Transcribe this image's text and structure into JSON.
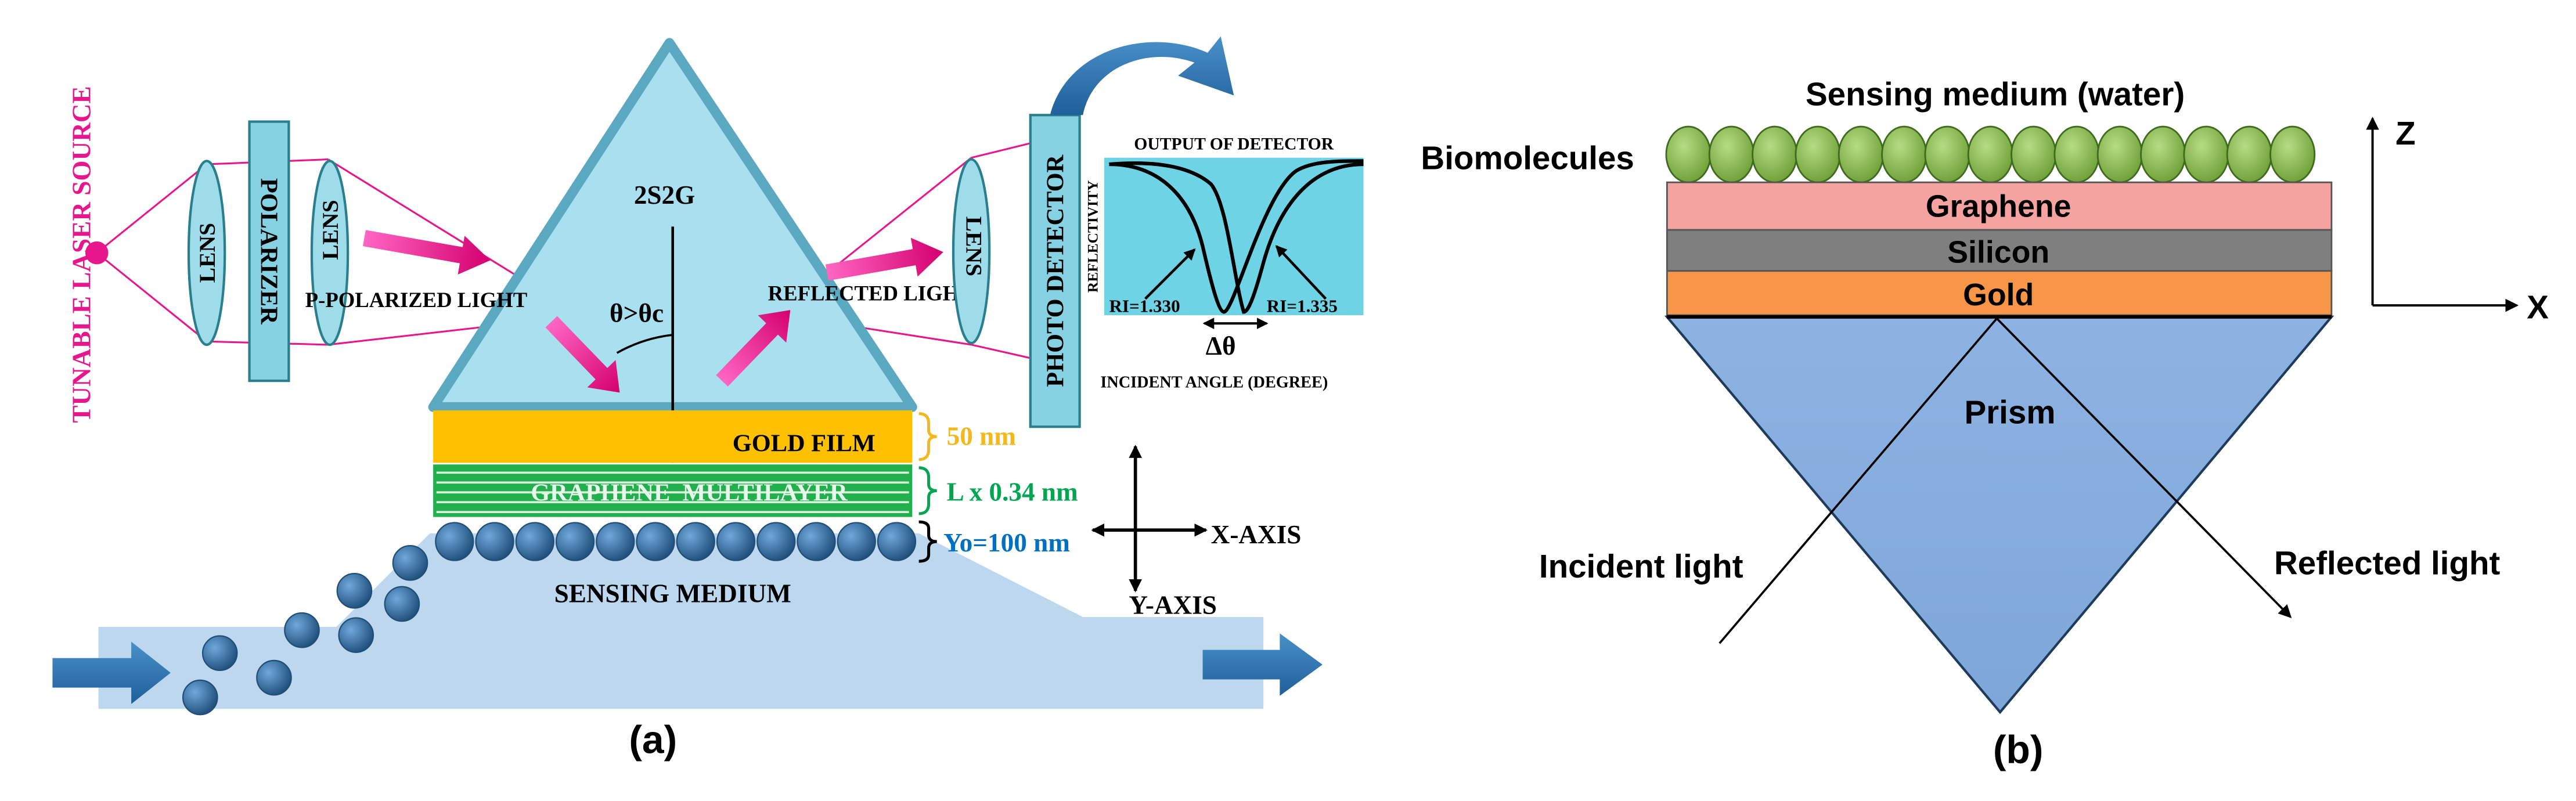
{
  "panel_a": {
    "source_label": "TUNABLE LASER SOURCE",
    "lens_left": "LENS",
    "polarizer": "POLARIZER",
    "lens_mid": "LENS",
    "p_polarized": "P-POLARIZED LIGHT",
    "prism_label": "2S2G",
    "angle_condition": "θ>θc",
    "reflected_light": "REFLECTED LIGHT",
    "lens_right": "LENS",
    "photo_detector": "PHOTO DETECTOR",
    "gold_film": "GOLD FILM",
    "graphene_multilayer": "GRAPHENE  MULTILAYER",
    "gold_thickness": "50 nm",
    "graphene_thickness": "L x 0.34 nm",
    "yo_thickness": "Yo=100 nm",
    "x_axis": "X-AXIS",
    "y_axis": "Y-AXIS",
    "sensing_medium": "SENSING MEDIUM",
    "detector_plot": {
      "title": "OUTPUT OF DETECTOR",
      "ylabel": "REFLECTIVITY",
      "xlabel": "INCIDENT ANGLE (DEGREE)",
      "ri_left": "RI=1.330",
      "ri_right": "RI=1.335",
      "delta": "Δθ"
    },
    "caption": "(a)",
    "colors": {
      "pink": "#e8168c",
      "prism": "#a9e0ef",
      "gold": "#ffc000",
      "graphene": "#22b04f",
      "bead": "#2e75b6",
      "channel": "#bdd7ee",
      "plot_bg": "#6fd3e6",
      "thickness_gold": "#f4b81c",
      "thickness_graphene": "#00a651",
      "thickness_yo": "#0070c0"
    }
  },
  "panel_b": {
    "sensing_medium": "Sensing medium (water)",
    "biomolecules": "Biomolecules",
    "graphene": "Graphene",
    "silicon": "Silicon",
    "gold": "Gold",
    "prism": "Prism",
    "incident_light": "Incident light",
    "reflected_light": "Reflected light",
    "z_axis": "Z",
    "x_axis": "X",
    "caption": "(b)",
    "colors": {
      "molecule": "#92c94f",
      "graphene": "#f4a3a0",
      "silicon": "#7f7f7f",
      "gold": "#f79646",
      "prism": "#8db3e2"
    }
  }
}
